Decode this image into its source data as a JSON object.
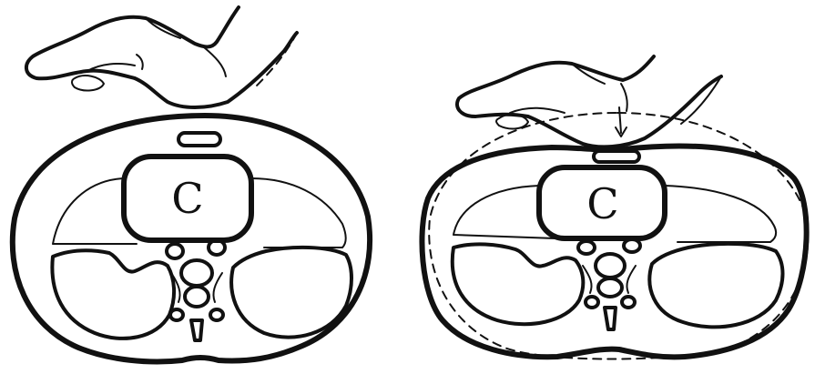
{
  "figure": {
    "panels": [
      {
        "id": "left",
        "cavity_label": "C",
        "state": "uncompressed"
      },
      {
        "id": "right",
        "cavity_label": "C",
        "state": "compressed"
      }
    ]
  }
}
